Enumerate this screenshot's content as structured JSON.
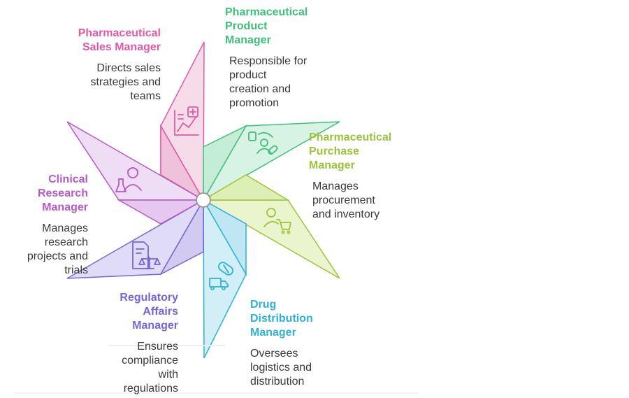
{
  "roles": [
    {
      "id": "sales",
      "title": "Pharmaceutical\nSales Manager",
      "description": "Directs sales\nstrategies and\nteams",
      "color": "#e05aa8",
      "icon": "sales-chart-icon"
    },
    {
      "id": "product",
      "title": "Pharmaceutical\nProduct\nManager",
      "description": "Responsible for\nproduct\ncreation and\npromotion",
      "color": "#3fbf7a",
      "icon": "product-pill-icon"
    },
    {
      "id": "purchase",
      "title": "Pharmaceutical\nPurchase\nManager",
      "description": "Manages\nprocurement\nand inventory",
      "color": "#9bc43a",
      "icon": "shopping-cart-person-icon"
    },
    {
      "id": "distribution",
      "title": "Drug\nDistribution\nManager",
      "description": "Oversees\nlogistics and\ndistribution",
      "color": "#2eb2d6",
      "icon": "delivery-truck-icon"
    },
    {
      "id": "regulatory",
      "title": "Regulatory\nAffairs\nManager",
      "description": "Ensures\ncompliance\nwith\nregulations",
      "color": "#7a64d6",
      "icon": "document-scales-icon"
    },
    {
      "id": "clinical",
      "title": "Clinical\nResearch\nManager",
      "description": "Manages\nresearch\nprojects and\ntrials",
      "color": "#b35ac8",
      "icon": "researcher-flask-icon"
    }
  ]
}
